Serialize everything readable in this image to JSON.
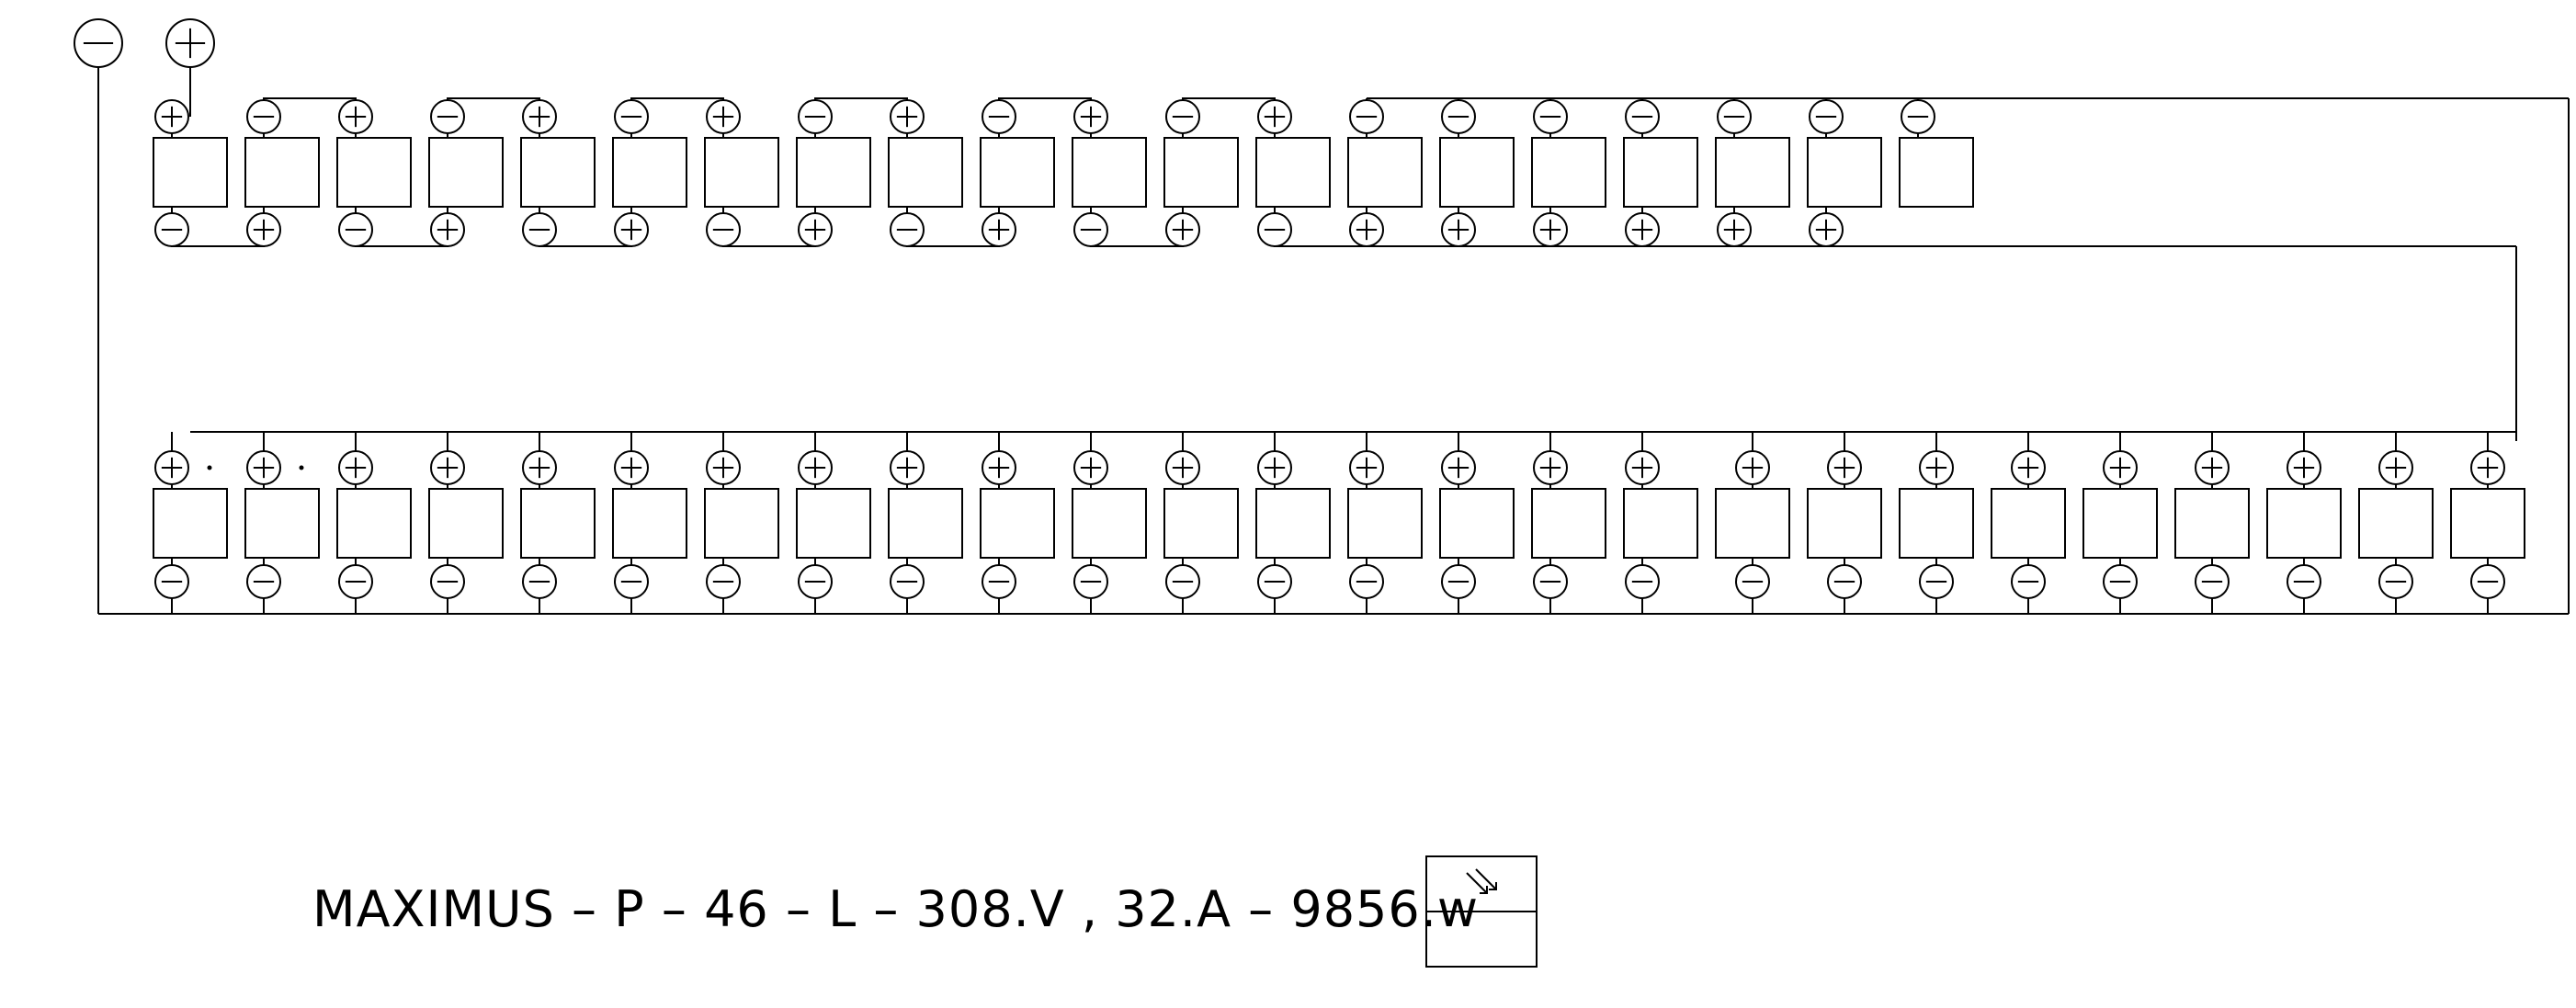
{
  "diagram": {
    "title": "MAXIMUS – P – 46 – L – 308.V , 32.A – 9856.w",
    "main_terminals": {
      "negative": "⊖",
      "positive": "⊕"
    },
    "top_row": {
      "count": 20,
      "top_signs": [
        "+",
        "-",
        "+",
        "-",
        "+",
        "-",
        "+",
        "-",
        "+",
        "-",
        "+",
        "-",
        "+",
        "-",
        "-",
        "-",
        "-",
        "-",
        "-",
        "-"
      ],
      "bottom_signs": [
        "-",
        "+",
        "-",
        "+",
        "-",
        "+",
        "-",
        "+",
        "-",
        "+",
        "-",
        "+",
        "-",
        "+",
        "+",
        "+",
        "+",
        "+",
        "+"
      ]
    },
    "bottom_row": {
      "count": 26,
      "top_signs": [
        "+",
        "+",
        "+",
        "+",
        "+",
        "+",
        "+",
        "+",
        "+",
        "+",
        "+",
        "+",
        "+",
        "+",
        "+",
        "+",
        "+",
        "+",
        "+",
        "+",
        "+",
        "+",
        "+",
        "+",
        "+",
        "+"
      ],
      "bottom_signs": [
        "-",
        "-",
        "-",
        "-",
        "-",
        "-",
        "-",
        "-",
        "-",
        "-",
        "-",
        "-",
        "-",
        "-",
        "-",
        "-",
        "-",
        "-",
        "-",
        "-",
        "-",
        "-",
        "-",
        "-",
        "-",
        "-"
      ]
    },
    "legend_icon": "pv-module-icon"
  }
}
